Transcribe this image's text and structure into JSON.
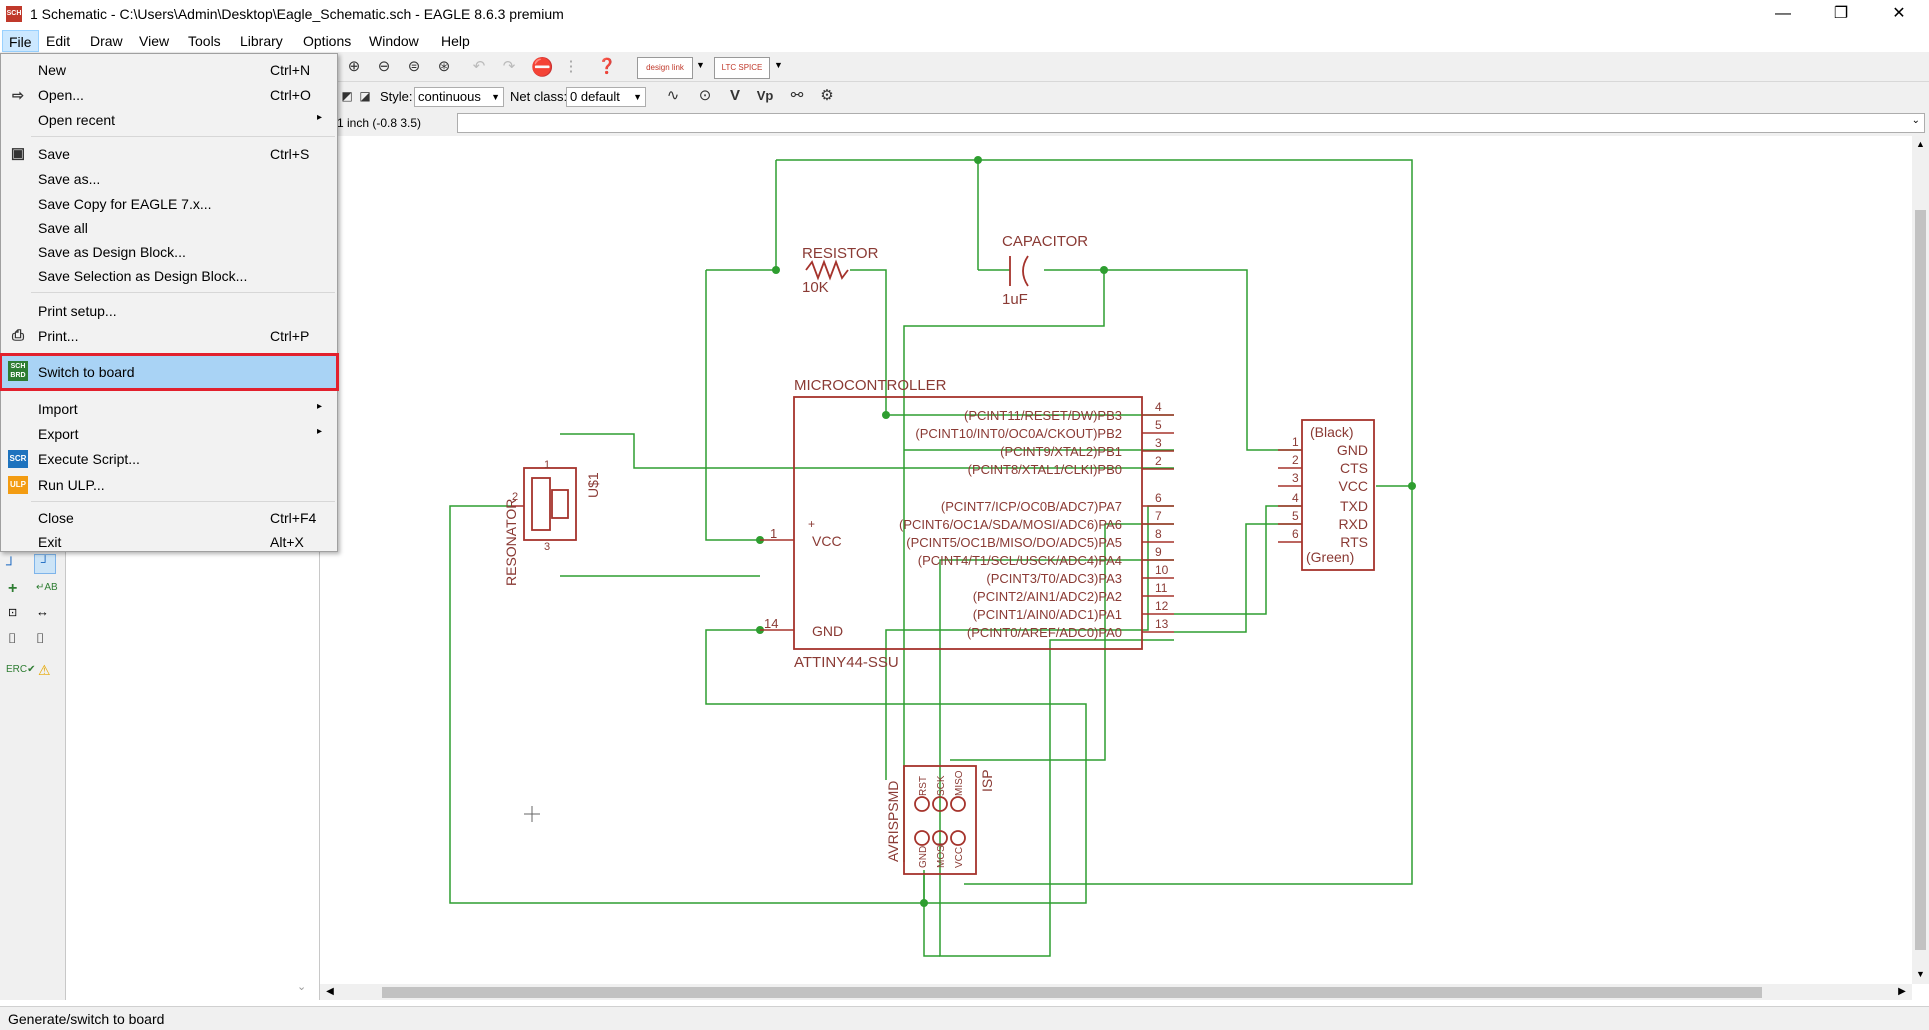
{
  "window": {
    "title": "1 Schematic - C:\\Users\\Admin\\Desktop\\Eagle_Schematic.sch - EAGLE 8.6.3 premium",
    "minimize": "—",
    "maximize": "❐",
    "close": "✕"
  },
  "menubar": [
    "File",
    "Edit",
    "Draw",
    "View",
    "Tools",
    "Library",
    "Options",
    "Window",
    "Help"
  ],
  "toolbar": {
    "style_label": "Style:",
    "style_value": "continuous",
    "netclass_label": "Net class:",
    "netclass_value": "0 default",
    "designlink": "design link",
    "ltspice": "LTC SPICE"
  },
  "coord": "1 inch (-0.8 3.5)",
  "file_menu": [
    {
      "label": "New",
      "shortcut": "Ctrl+N"
    },
    {
      "label": "Open...",
      "shortcut": "Ctrl+O"
    },
    {
      "label": "Open recent",
      "shortcut": ""
    },
    {
      "label": "Save",
      "shortcut": "Ctrl+S"
    },
    {
      "label": "Save as...",
      "shortcut": ""
    },
    {
      "label": "Save Copy for EAGLE 7.x...",
      "shortcut": ""
    },
    {
      "label": "Save all",
      "shortcut": ""
    },
    {
      "label": "Save as Design Block...",
      "shortcut": ""
    },
    {
      "label": "Save Selection as Design Block...",
      "shortcut": ""
    },
    {
      "label": "Print setup...",
      "shortcut": ""
    },
    {
      "label": "Print...",
      "shortcut": "Ctrl+P"
    },
    {
      "label": "Switch to board",
      "shortcut": ""
    },
    {
      "label": "Import",
      "shortcut": ""
    },
    {
      "label": "Export",
      "shortcut": ""
    },
    {
      "label": "Execute Script...",
      "shortcut": ""
    },
    {
      "label": "Run ULP...",
      "shortcut": ""
    },
    {
      "label": "Close",
      "shortcut": "Ctrl+F4"
    },
    {
      "label": "Exit",
      "shortcut": "Alt+X"
    }
  ],
  "menu_icons": {
    "scr": "SCR",
    "ulp": "ULP",
    "brd1": "SCH",
    "brd2": "BRD"
  },
  "status": "Generate/switch to board",
  "schematic": {
    "resistor": {
      "name": "RESISTOR",
      "value": "10K"
    },
    "capacitor": {
      "name": "CAPACITOR",
      "value": "1uF"
    },
    "mcu": {
      "name": "MICROCONTROLLER",
      "part": "ATTINY44-SSU",
      "vcc_pin": "1",
      "vcc": "VCC",
      "plus": "+",
      "gnd_pin": "14",
      "gnd": "GND",
      "right_pins": [
        {
          "label": "(PCINT11/RESET/DW)PB3",
          "num": "4"
        },
        {
          "label": "(PCINT10/INT0/OC0A/CKOUT)PB2",
          "num": "5"
        },
        {
          "label": "(PCINT9/XTAL2)PB1",
          "num": "3"
        },
        {
          "label": "(PCINT8/XTAL1/CLKI)PB0",
          "num": "2"
        },
        {
          "label": "(PCINT7/ICP/OC0B/ADC7)PA7",
          "num": "6"
        },
        {
          "label": "(PCINT6/OC1A/SDA/MOSI/ADC6)PA6",
          "num": "7"
        },
        {
          "label": "(PCINT5/OC1B/MISO/DO/ADC5)PA5",
          "num": "8"
        },
        {
          "label": "(PCINT4/T1/SCL/USCK/ADC4)PA4",
          "num": "9"
        },
        {
          "label": "(PCINT3/T0/ADC3)PA3",
          "num": "10"
        },
        {
          "label": "(PCINT2/AIN1/ADC2)PA2",
          "num": "11"
        },
        {
          "label": "(PCINT1/AIN0/ADC1)PA1",
          "num": "12"
        },
        {
          "label": "(PCINT0/AREF/ADC0)PA0",
          "num": "13"
        }
      ]
    },
    "resonator": {
      "name": "RESONATOR",
      "ref": "U$1",
      "p1": "1",
      "p2": "2",
      "p3": "3"
    },
    "ftdi": {
      "top": "(Black)",
      "bottom": "(Green)",
      "pins": [
        {
          "label": "GND",
          "num": "1"
        },
        {
          "label": "CTS",
          "num": "2"
        },
        {
          "label": "VCC",
          "num": "3"
        },
        {
          "label": "TXD",
          "num": "4"
        },
        {
          "label": "RXD",
          "num": "5"
        },
        {
          "label": "RTS",
          "num": "6"
        }
      ]
    },
    "isp": {
      "name": "AVRISPSMD",
      "ref": "ISP",
      "top": [
        "RST",
        "SCK",
        "MISO"
      ],
      "bottom": [
        "GND",
        "MOSI",
        "VCC"
      ]
    }
  }
}
